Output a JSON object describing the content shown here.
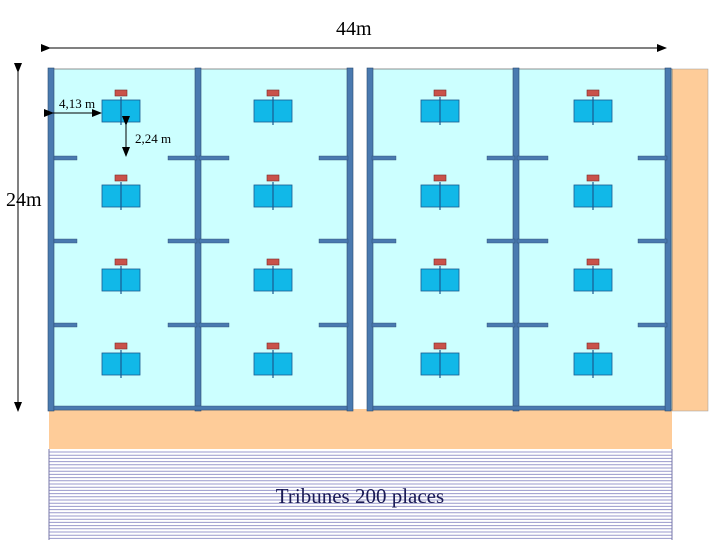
{
  "dimensions": {
    "width_label": "44m",
    "height_label": "24m",
    "table_spacing_horizontal": "4,13 m",
    "table_spacing_vertical": "2,24 m"
  },
  "stands": {
    "label": "Tribunes 200 places"
  },
  "layout": {
    "courts": 4,
    "rows_per_court": 4,
    "tables_total": 16
  },
  "colors": {
    "court_floor": "#ccffff",
    "posts": "#4a7ab0",
    "table": "#11b8e8",
    "table_outline": "#1a5a90",
    "umpire_box": "#c9524a",
    "stands_area": "#fecc99",
    "seating_lines": "#9999cc"
  }
}
